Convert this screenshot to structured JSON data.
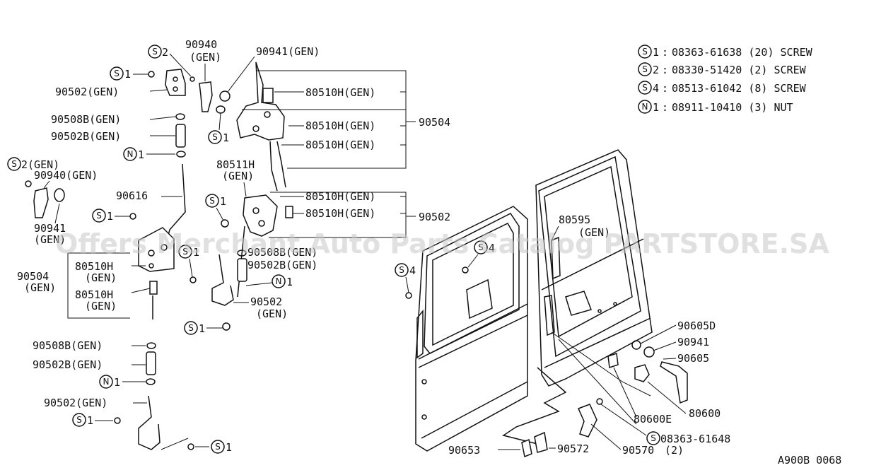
{
  "legend": [
    {
      "symbol": "S",
      "num": "1",
      "text": "08363-61638 (20) SCREW"
    },
    {
      "symbol": "S",
      "num": "2",
      "text": "08330-51420 (2) SCREW"
    },
    {
      "symbol": "S",
      "num": "4",
      "text": "08513-61042 (8) SCREW"
    },
    {
      "symbol": "N",
      "num": "1",
      "text": "08911-10410  (3)  NUT"
    }
  ],
  "labels": {
    "p90940a": "90940",
    "p90940a_gen": "(GEN)",
    "p90941gen_top": "90941(GEN)",
    "p90502gen_a": "90502(GEN)",
    "p90508bgen_a": "90508B(GEN)",
    "p90502bgen_a": "90502B(GEN)",
    "p80510h_1": "80510H(GEN)",
    "p80510h_2": "80510H(GEN)",
    "p80510h_3": "80510H(GEN)",
    "p90504": "90504",
    "p80511h": "80511H",
    "p80511h_gen": "(GEN)",
    "s2gen": "2(GEN)",
    "p90940gen": "90940(GEN)",
    "p90616": "90616",
    "p90941": "90941",
    "p90941_gen": "(GEN)",
    "p80510h_4": "80510H(GEN)",
    "p80510h_5": "80510H(GEN)",
    "p90502_r": "90502",
    "p90504_l": "90504",
    "p90504_l_gen": "(GEN)",
    "p80510h_6": "80510H",
    "p80510h_6_gen": "(GEN)",
    "p80510h_7": "80510H",
    "p80510h_7_gen": "(GEN)",
    "p90508bgen_b": "90508B(GEN)",
    "p90502bgen_b": "90502B(GEN)",
    "p90502_mid": "90502",
    "p90502_mid_gen": "(GEN)",
    "p90508bgen_c": "90508B(GEN)",
    "p90502bgen_c": "90502B(GEN)",
    "p90502gen_d": "90502(GEN)",
    "p80595": "80595",
    "p80595_gen": "(GEN)",
    "p90605d": "90605D",
    "p90941_r": "90941",
    "p90605": "90605",
    "p80600": "80600",
    "p80600e": "80600E",
    "p08363_61648": "08363-61648",
    "p90570": "90570",
    "p90570_qty": "(2)",
    "p90572": "90572",
    "p90653": "90653",
    "code": "A900B 0068"
  },
  "callouts": {
    "s": "S",
    "n": "N",
    "one": "1",
    "two": "2",
    "four": "4"
  },
  "watermark": "Offers Merchant Auto Parts Catalog PARTSTORE.SA"
}
